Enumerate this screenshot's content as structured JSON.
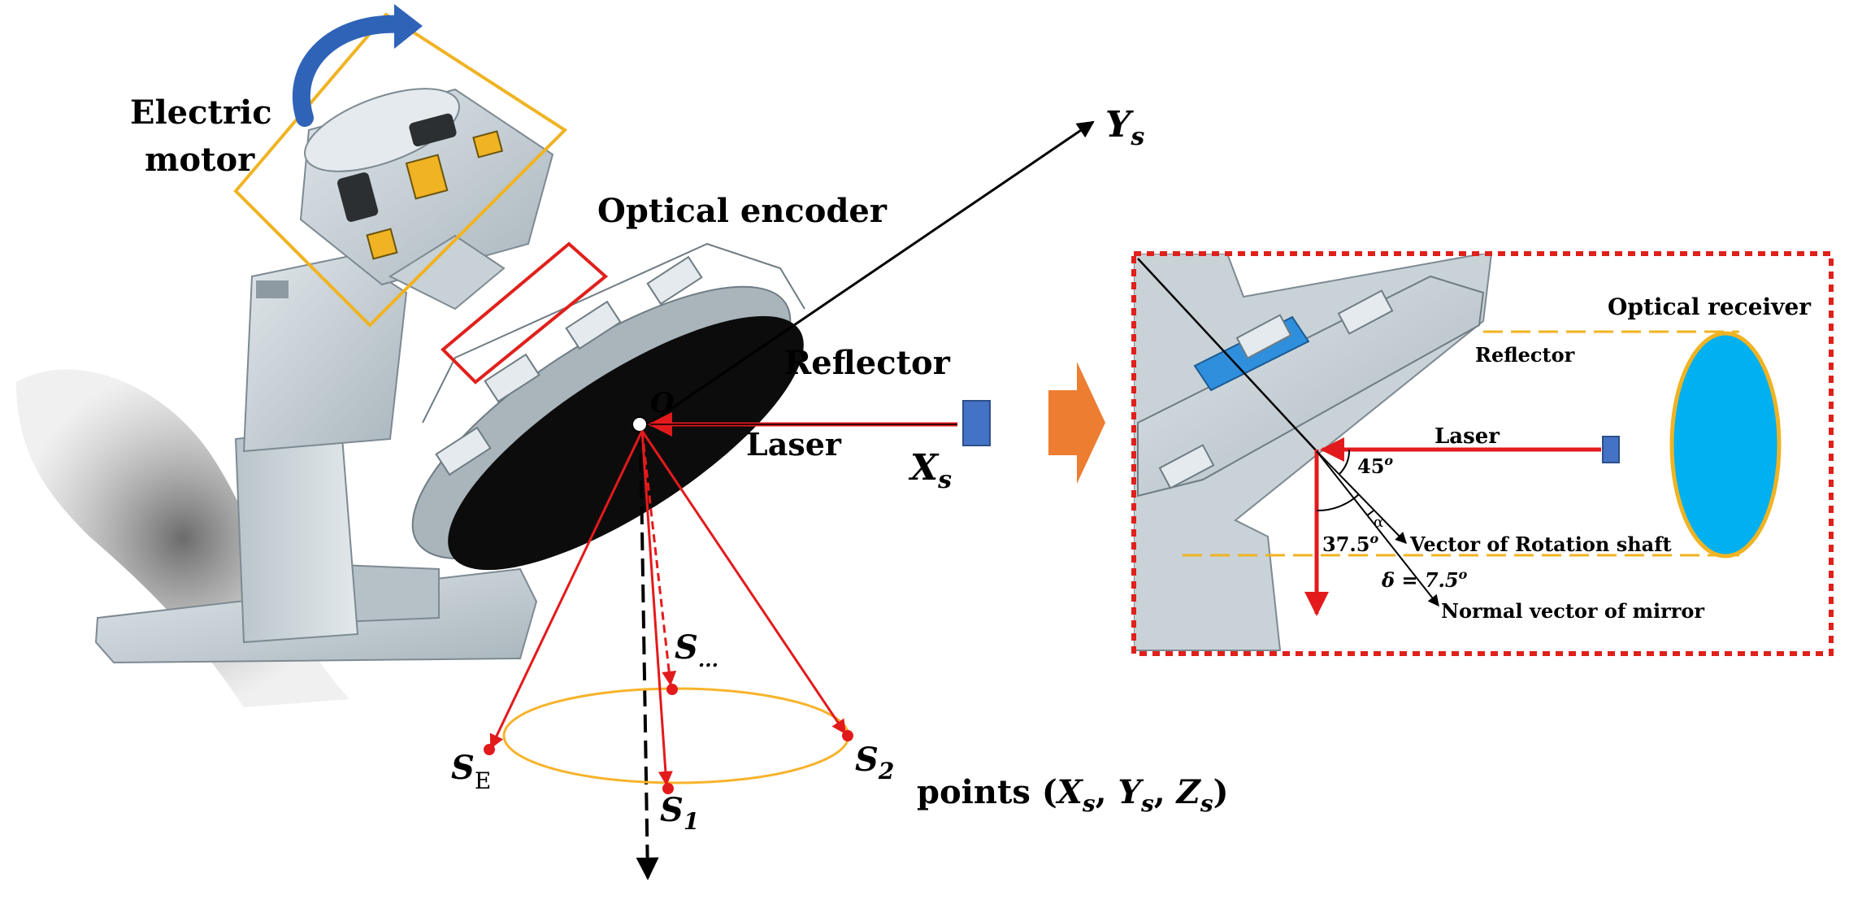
{
  "left": {
    "motor_label_1": "Electric",
    "motor_label_2": "motor",
    "encoder_label": "Optical encoder",
    "reflector_label": "Reflector",
    "laser_label": "Laser",
    "origin_label": "O",
    "ys_main": "Y",
    "ys_sub": "s",
    "xs_main": "X",
    "xs_sub": "s",
    "pt_dots_main": "S",
    "pt_dots_sub": "...",
    "pt_e_main": "S",
    "pt_e_sub": "E",
    "pt_1_main": "S",
    "pt_1_sub": "1",
    "pt_2_main": "S",
    "pt_2_sub": "2",
    "points_prefix": "points (",
    "points_x": "X",
    "points_y": "Y",
    "points_z": "Z",
    "points_sub": "s",
    "points_sep": ", ",
    "points_suffix": ")"
  },
  "right": {
    "receiver_label": "Optical receiver",
    "reflector_label": "Reflector",
    "laser_label": "Laser",
    "angle_45": "45",
    "angle_375": "37.5",
    "deg": "o",
    "alpha": "α",
    "shaft_label": "Vector of Rotation shaft",
    "delta_label": "δ = 7.5",
    "normal_label": "Normal vector of mirror"
  },
  "colors": {
    "laser_red": "#e31a1c",
    "frame_yellow": "#f0b323",
    "encoder_red": "#e0201b",
    "arrow_blue": "#2f63b8",
    "receiver_fill": "#00b0f0",
    "receiver_stroke": "#f0b323",
    "source_blue": "#4472c4",
    "transition_arrow": "#ed7d31",
    "circle_orange": "#f7b32b",
    "machine_grey": "#c4ced4"
  }
}
